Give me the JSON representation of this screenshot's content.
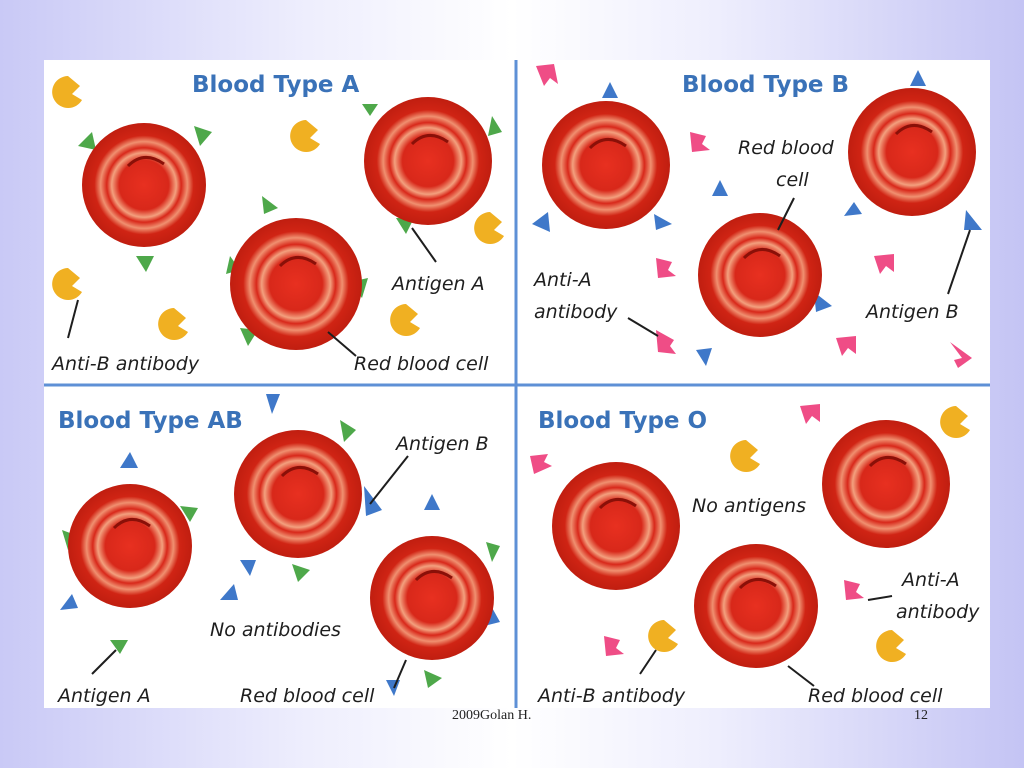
{
  "panels": [
    {
      "title": "Blood Type A",
      "labels": {
        "antigen": "Antigen A",
        "antibody": "Anti-B antibody",
        "cell": "Red blood cell"
      }
    },
    {
      "title": "Blood Type B",
      "labels": {
        "cell_line1": "Red blood",
        "cell_line2": "cell",
        "antibody_line1": "Anti-A",
        "antibody_line2": "antibody",
        "antigen": "Antigen B"
      }
    },
    {
      "title": "Blood Type AB",
      "labels": {
        "antigen_b": "Antigen B",
        "no_antibodies": "No antibodies",
        "antigen_a": "Antigen A",
        "cell": "Red blood cell"
      }
    },
    {
      "title": "Blood Type O",
      "labels": {
        "no_antigens": "No antigens",
        "antibody_a_line1": "Anti-A",
        "antibody_a_line2": "antibody",
        "antibody_b": "Anti-B antibody",
        "cell": "Red blood cell"
      }
    }
  ],
  "colors": {
    "cell_red": "#d8281a",
    "antigen_a_green": "#4ea84a",
    "antigen_b_blue": "#3f78c9",
    "anti_a_pink": "#ef4d86",
    "anti_b_yellow": "#f0b022",
    "divider_blue": "#5e90d6"
  },
  "footer": {
    "credit": "2009Golan H.",
    "page": "12"
  }
}
